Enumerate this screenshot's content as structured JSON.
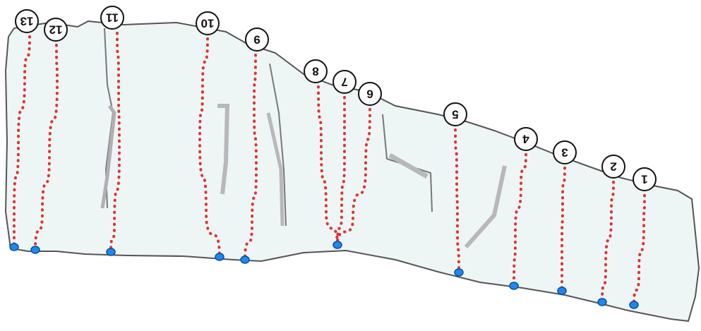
{
  "colors": {
    "rock_fill": "#eef5f5",
    "rock_outline": "#555555",
    "route_line": "#e53030",
    "anchor": "#1e88f0",
    "label_fill": "#ffffff",
    "label_stroke": "#111111"
  },
  "routes": [
    {
      "id": 1,
      "label": "1"
    },
    {
      "id": 2,
      "label": "2"
    },
    {
      "id": 3,
      "label": "3"
    },
    {
      "id": 4,
      "label": "4"
    },
    {
      "id": 5,
      "label": "5"
    },
    {
      "id": 6,
      "label": "6"
    },
    {
      "id": 7,
      "label": "7"
    },
    {
      "id": 8,
      "label": "8"
    },
    {
      "id": 9,
      "label": "9"
    },
    {
      "id": 10,
      "label": "10"
    },
    {
      "id": 11,
      "label": "11"
    },
    {
      "id": 12,
      "label": "12"
    },
    {
      "id": 13,
      "label": "13"
    }
  ]
}
